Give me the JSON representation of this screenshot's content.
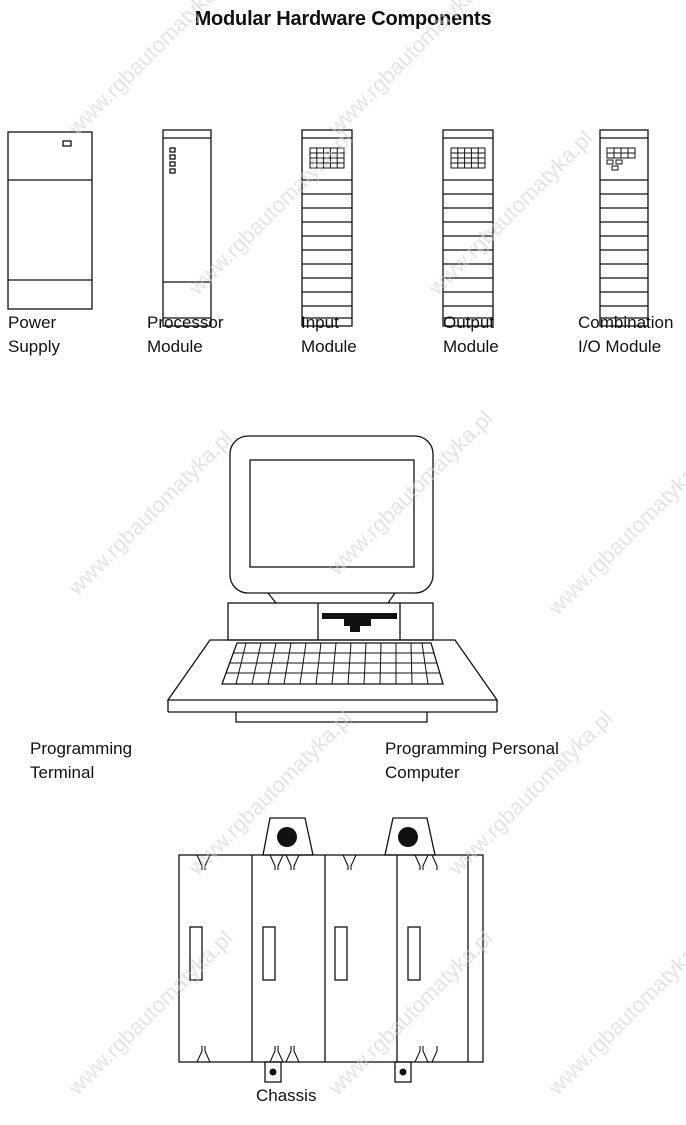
{
  "title": "Modular Hardware Components",
  "modules": [
    {
      "line1": "Power",
      "line2": "Supply"
    },
    {
      "line1": "Processor",
      "line2": "Module"
    },
    {
      "line1": "Input",
      "line2": "Module"
    },
    {
      "line1": "Output",
      "line2": "Module"
    },
    {
      "line1": "Combination",
      "line2": "I/O Module"
    }
  ],
  "programming_terminal": {
    "line1": "Programming",
    "line2": "Terminal"
  },
  "programming_pc": {
    "line1": "Programming Personal",
    "line2": "Computer"
  },
  "chassis_label": "Chassis",
  "watermark": "www.rgbautomatyka.pl"
}
